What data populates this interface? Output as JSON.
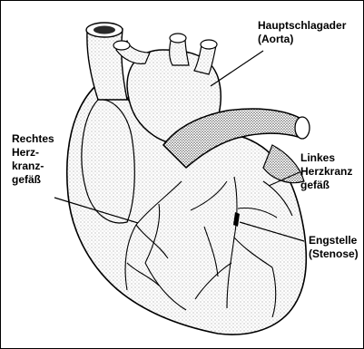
{
  "labels": {
    "aorta": {
      "line1": "Hauptschlagader",
      "line2": "(Aorta)"
    },
    "right_coronary": {
      "line1": "Rechtes",
      "line2": "Herz-",
      "line3": "kranz-",
      "line4": "gefäß"
    },
    "left_coronary": {
      "line1": "Linkes",
      "line2": "Herzkranz",
      "line3": "gefäß"
    },
    "stenosis": {
      "line1": "Engstelle",
      "line2": "(Stenose)"
    }
  },
  "colors": {
    "ink": "#000000",
    "paper": "#ffffff",
    "shade": "#d9d9d9"
  }
}
